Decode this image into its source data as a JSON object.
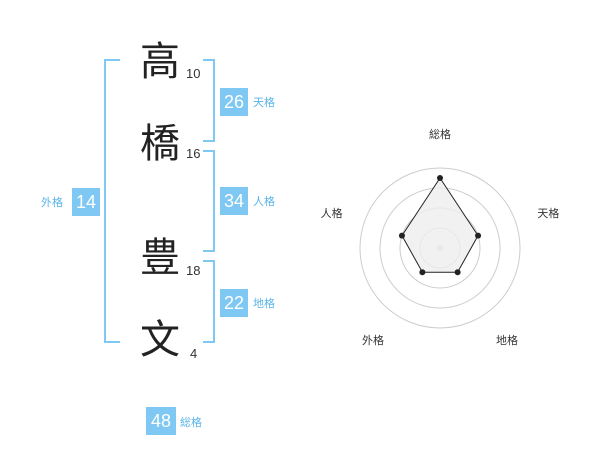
{
  "name": {
    "chars": [
      {
        "char": "高",
        "strokes": "10"
      },
      {
        "char": "橋",
        "strokes": "16"
      },
      {
        "char": "豊",
        "strokes": "18"
      },
      {
        "char": "文",
        "strokes": "4"
      }
    ]
  },
  "scores": {
    "tenkaku": {
      "value": "26",
      "label": "天格"
    },
    "jinkaku": {
      "value": "34",
      "label": "人格"
    },
    "chikaku": {
      "value": "22",
      "label": "地格"
    },
    "gaikaku": {
      "value": "14",
      "label": "外格"
    },
    "soukaku": {
      "value": "48",
      "label": "総格"
    }
  },
  "colors": {
    "accent": "#7fc8f3",
    "accent_text": "#59b4ea",
    "ring": "#cccccc",
    "polygon_fill": "#eeeeee"
  },
  "chart_data": {
    "type": "radar",
    "axes": [
      "総格",
      "天格",
      "地格",
      "外格",
      "人格"
    ],
    "ring_count": 4,
    "range": [
      0,
      4
    ],
    "values": [
      3.5,
      2.0,
      1.5,
      1.5,
      2.0
    ],
    "grid": true
  }
}
